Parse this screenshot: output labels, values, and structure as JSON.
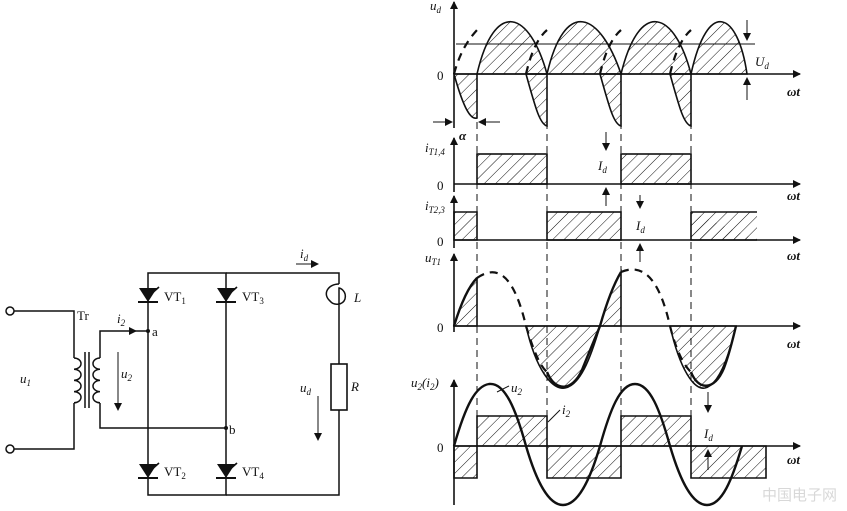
{
  "circuit": {
    "source": "u",
    "source_sub": "1",
    "transformer": "Tr",
    "current": "i",
    "current_sub": "2",
    "voltage": "u",
    "voltage_sub": "2",
    "node_a": "a",
    "node_b": "b",
    "thyristor_1": "VT",
    "thyristor_1_sub": "1",
    "thyristor_2": "VT",
    "thyristor_2_sub": "2",
    "thyristor_3": "VT",
    "thyristor_3_sub": "3",
    "thyristor_4": "VT",
    "thyristor_4_sub": "4",
    "load_current": "i",
    "load_current_sub": "d",
    "inductor": "L",
    "output_voltage": "u",
    "output_voltage_sub": "d",
    "resistor": "R"
  },
  "waveforms": {
    "ud": {
      "label": "u",
      "sub": "d",
      "origin": "0",
      "x_axis": "ωt",
      "avg": "U",
      "avg_sub": "d",
      "angle": "α"
    },
    "it14": {
      "label": "i",
      "sub": "T1,4",
      "origin": "0",
      "x_axis": "ωt",
      "amp": "I",
      "amp_sub": "d"
    },
    "it23": {
      "label": "i",
      "sub": "T2,3",
      "origin": "0",
      "x_axis": "ωt",
      "amp": "I",
      "amp_sub": "d"
    },
    "ut1": {
      "label": "u",
      "sub": "T1",
      "origin": "0",
      "x_axis": "ωt"
    },
    "u2i2": {
      "label": "u",
      "sub": "2",
      "label_suffix": "(i",
      "label_suffix_sub": "2",
      "label_close": ")",
      "origin": "0",
      "x_axis": "ωt",
      "curve_u": "u",
      "curve_u_sub": "2",
      "curve_i": "i",
      "curve_i_sub": "2",
      "amp": "I",
      "amp_sub": "d"
    }
  },
  "watermark": "中国电子网"
}
